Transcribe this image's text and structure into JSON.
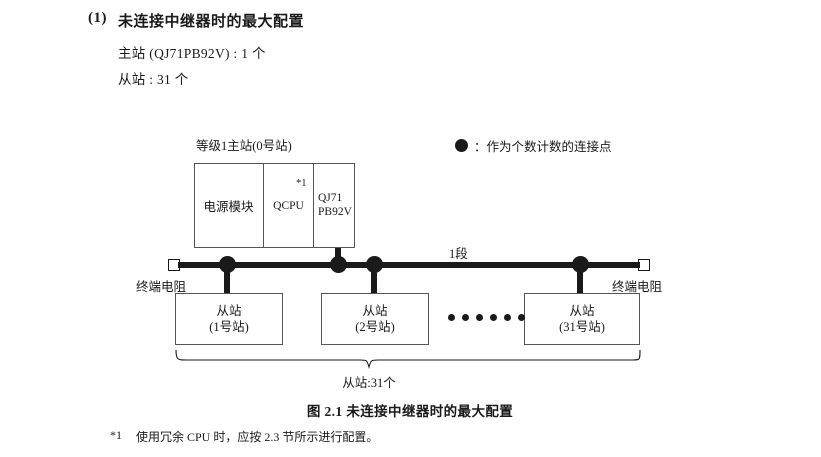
{
  "heading": {
    "number": "(1)",
    "title": "未连接中继器时的最大配置",
    "spec_master": "主站 (QJ71PB92V) : 1 个",
    "spec_slave": "从站 : 31 个"
  },
  "legend": {
    "marker_icon": "filled-circle-icon",
    "text": "：作为个数计数的连接点"
  },
  "diagram": {
    "master_label": "等级1主站(0号站)",
    "master_cells": {
      "power": "电源模块",
      "cpu": "QCPU",
      "cpu_footnote_mark": "*1",
      "module_line1": "QJ71",
      "module_line2": "PB92V"
    },
    "terminator_left_label": "终端电阻",
    "terminator_right_label": "终端电阻",
    "segment_label": "1段",
    "slaves": [
      {
        "title": "从站",
        "station": "(1号站)"
      },
      {
        "title": "从站",
        "station": "(2号站)"
      },
      {
        "title": "从站",
        "station": "(31号站)"
      }
    ],
    "ellipsis_count": 6,
    "slave_total": "从站:31个"
  },
  "caption": "图 2.1  未连接中继器时的最大配置",
  "footnote": {
    "mark": "*1",
    "text": "使用冗余 CPU 时，应按 2.3 节所示进行配置。"
  }
}
